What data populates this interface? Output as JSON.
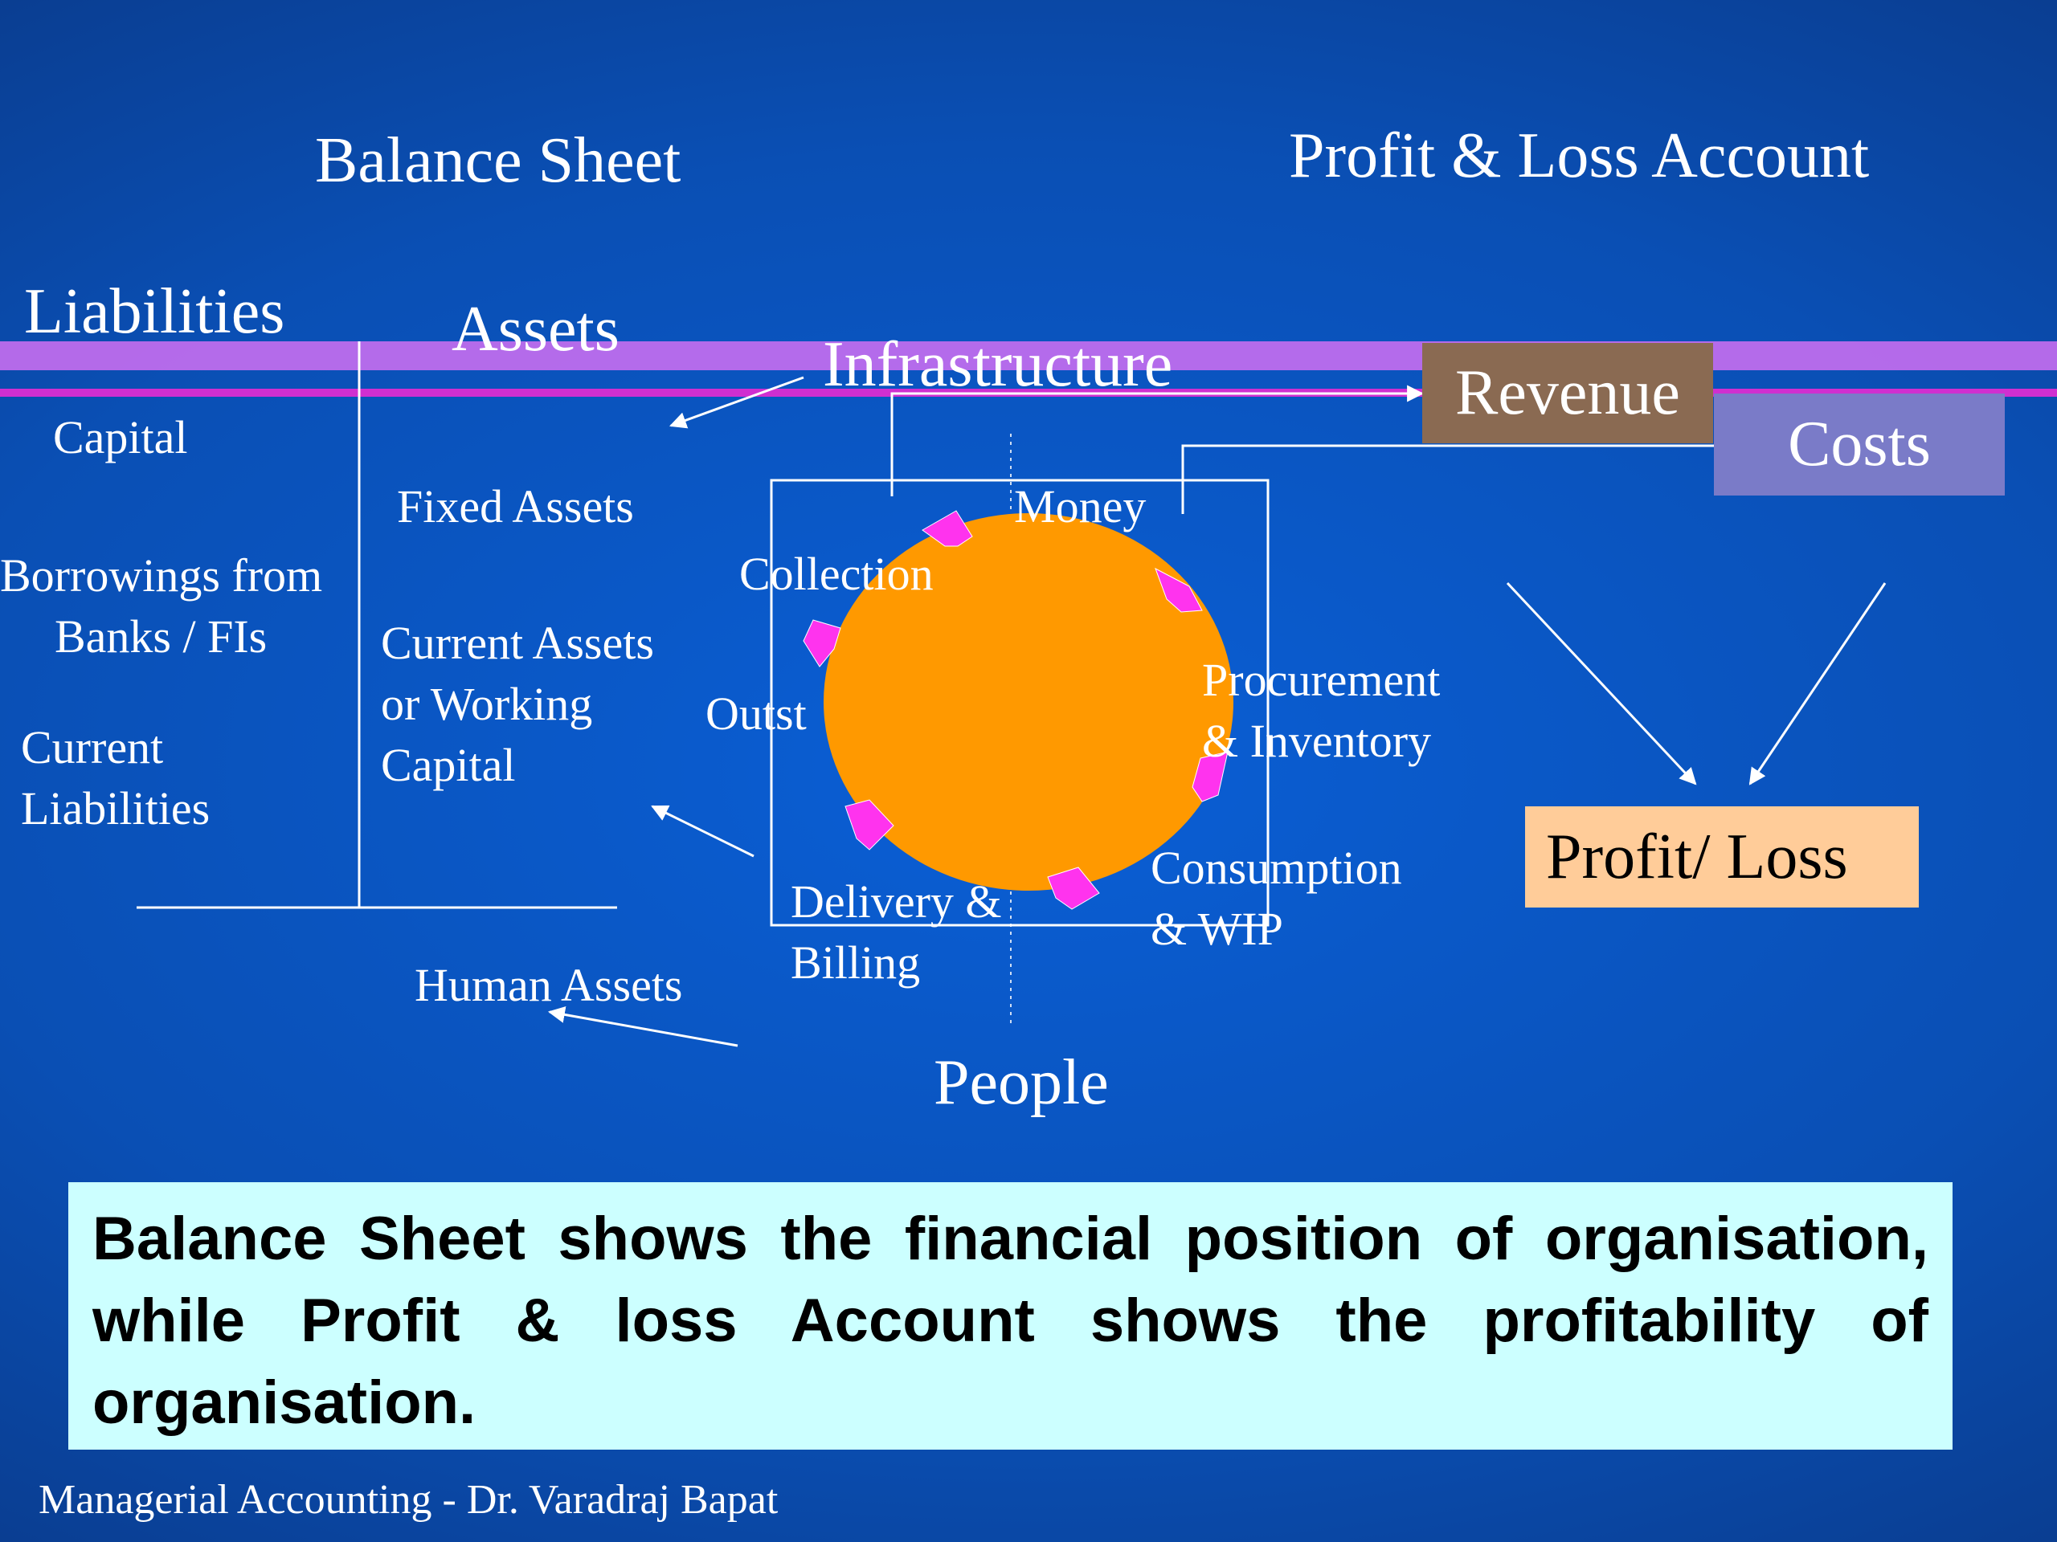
{
  "headings": {
    "balance_sheet": "Balance Sheet",
    "pl_account": "Profit & Loss Account"
  },
  "balance_sheet": {
    "liabilities_title": "Liabilities",
    "assets_title": "Assets",
    "liabilities": {
      "capital": "Capital",
      "borrowings_line1": "Borrowings from",
      "borrowings_line2": "Banks / FIs",
      "current_line1": "Current",
      "current_line2": "Liabilities"
    },
    "assets": {
      "fixed": "Fixed Assets",
      "current_line1": "Current Assets",
      "current_line2": "or  Working",
      "current_line3": "Capital",
      "human": "Human Assets"
    }
  },
  "cycle": {
    "infrastructure": "Infrastructure",
    "people": "People",
    "money": "Money",
    "collection": "Collection",
    "outstanding": "Outst",
    "procurement_line1": "Procurement",
    "procurement_line2": "& Inventory",
    "consumption_line1": "Consumption",
    "consumption_line2": "& WIP",
    "delivery_line1": "Delivery &",
    "delivery_line2": "Billing"
  },
  "pl": {
    "revenue": "Revenue",
    "costs": "Costs",
    "profit_loss": "Profit/ Loss"
  },
  "summary": "Balance Sheet shows the financial position of organisation, while Profit & loss Account shows the profitability of organisation.",
  "footer": "Managerial Accounting  - Dr.  Varadraj Bapat",
  "colors": {
    "band_top": "#c66ef0",
    "band_line": "#d02fd0",
    "circle": "#ff9900",
    "arrow_chip": "#ff33ee",
    "revenue_box": "#8a6a52",
    "costs_box": "#7a7bc8",
    "profit_box": "#ffcc99",
    "summary_box": "#ccffff"
  }
}
